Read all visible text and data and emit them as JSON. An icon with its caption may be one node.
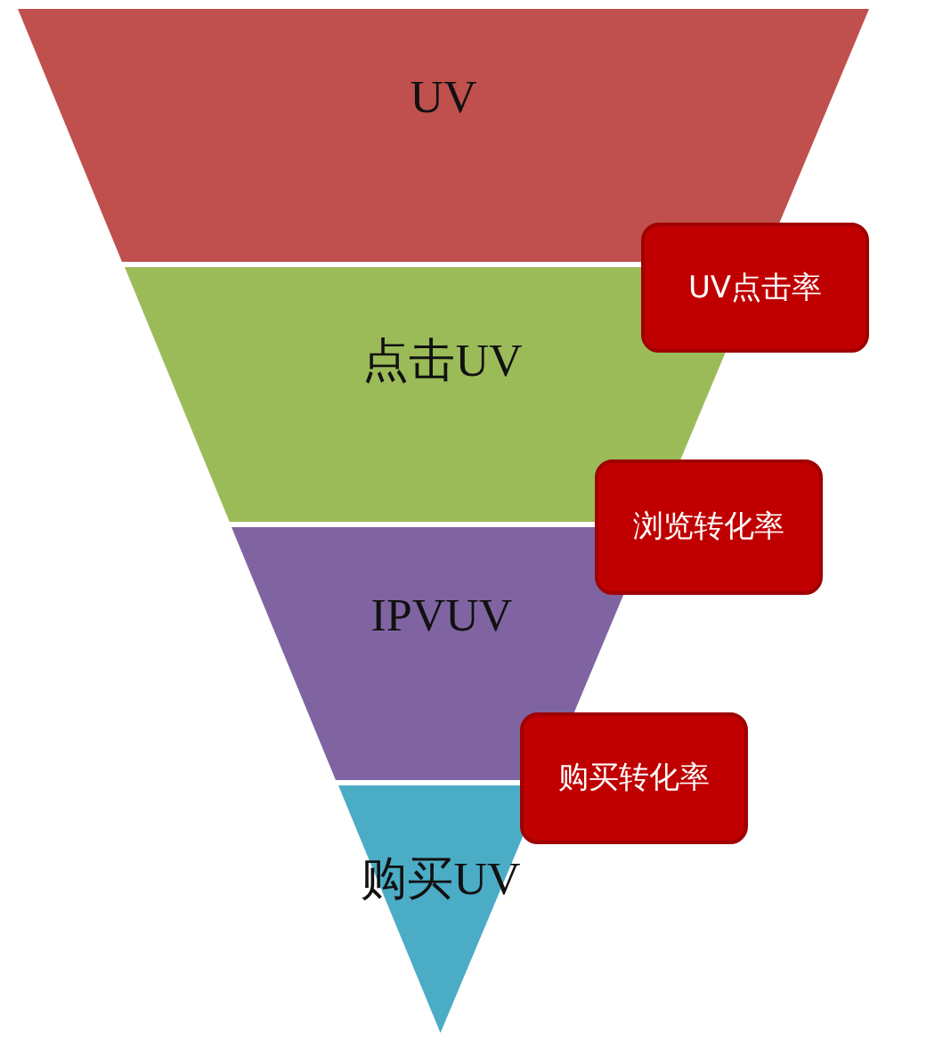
{
  "diagram": {
    "nodes": [
      {
        "text": [
          "UV"
        ]
      },
      {
        "text": [
          "点击UV"
        ]
      },
      {
        "text": [
          "IPVUV"
        ]
      },
      {
        "text": [
          "购买UV"
        ]
      },
      {
        "text": [
          "UV点击率"
        ]
      },
      {
        "text": [
          "浏览转化率"
        ]
      },
      {
        "text": [
          "购买转化率"
        ]
      }
    ]
  }
}
